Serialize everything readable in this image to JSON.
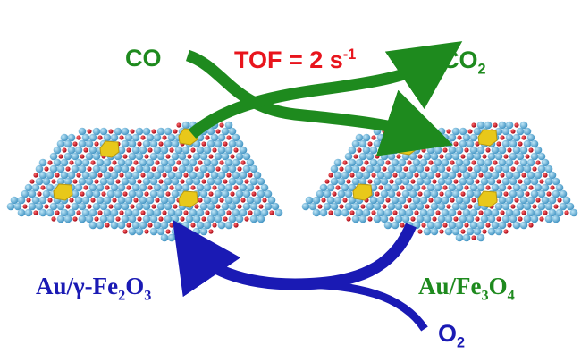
{
  "labels": {
    "co": "CO",
    "tof_prefix": "TOF = 2 s",
    "tof_exp": "-1",
    "co2_base": "CO",
    "co2_sub": "2",
    "left_cat_a": "Au/γ-Fe",
    "left_cat_sub1": "2",
    "left_cat_b": "O",
    "left_cat_sub2": "3",
    "right_cat_a": "Au/Fe",
    "right_cat_sub1": "3",
    "right_cat_b": "O",
    "right_cat_sub2": "4",
    "o2_base": "O",
    "o2_sub": "2"
  },
  "colors": {
    "green": "#1e8a1e",
    "red": "#e8141c",
    "blue": "#1a1ab4",
    "atom_fe": "#5ab0d8",
    "atom_o": "#d0101a",
    "gold": "#e8c81a"
  }
}
